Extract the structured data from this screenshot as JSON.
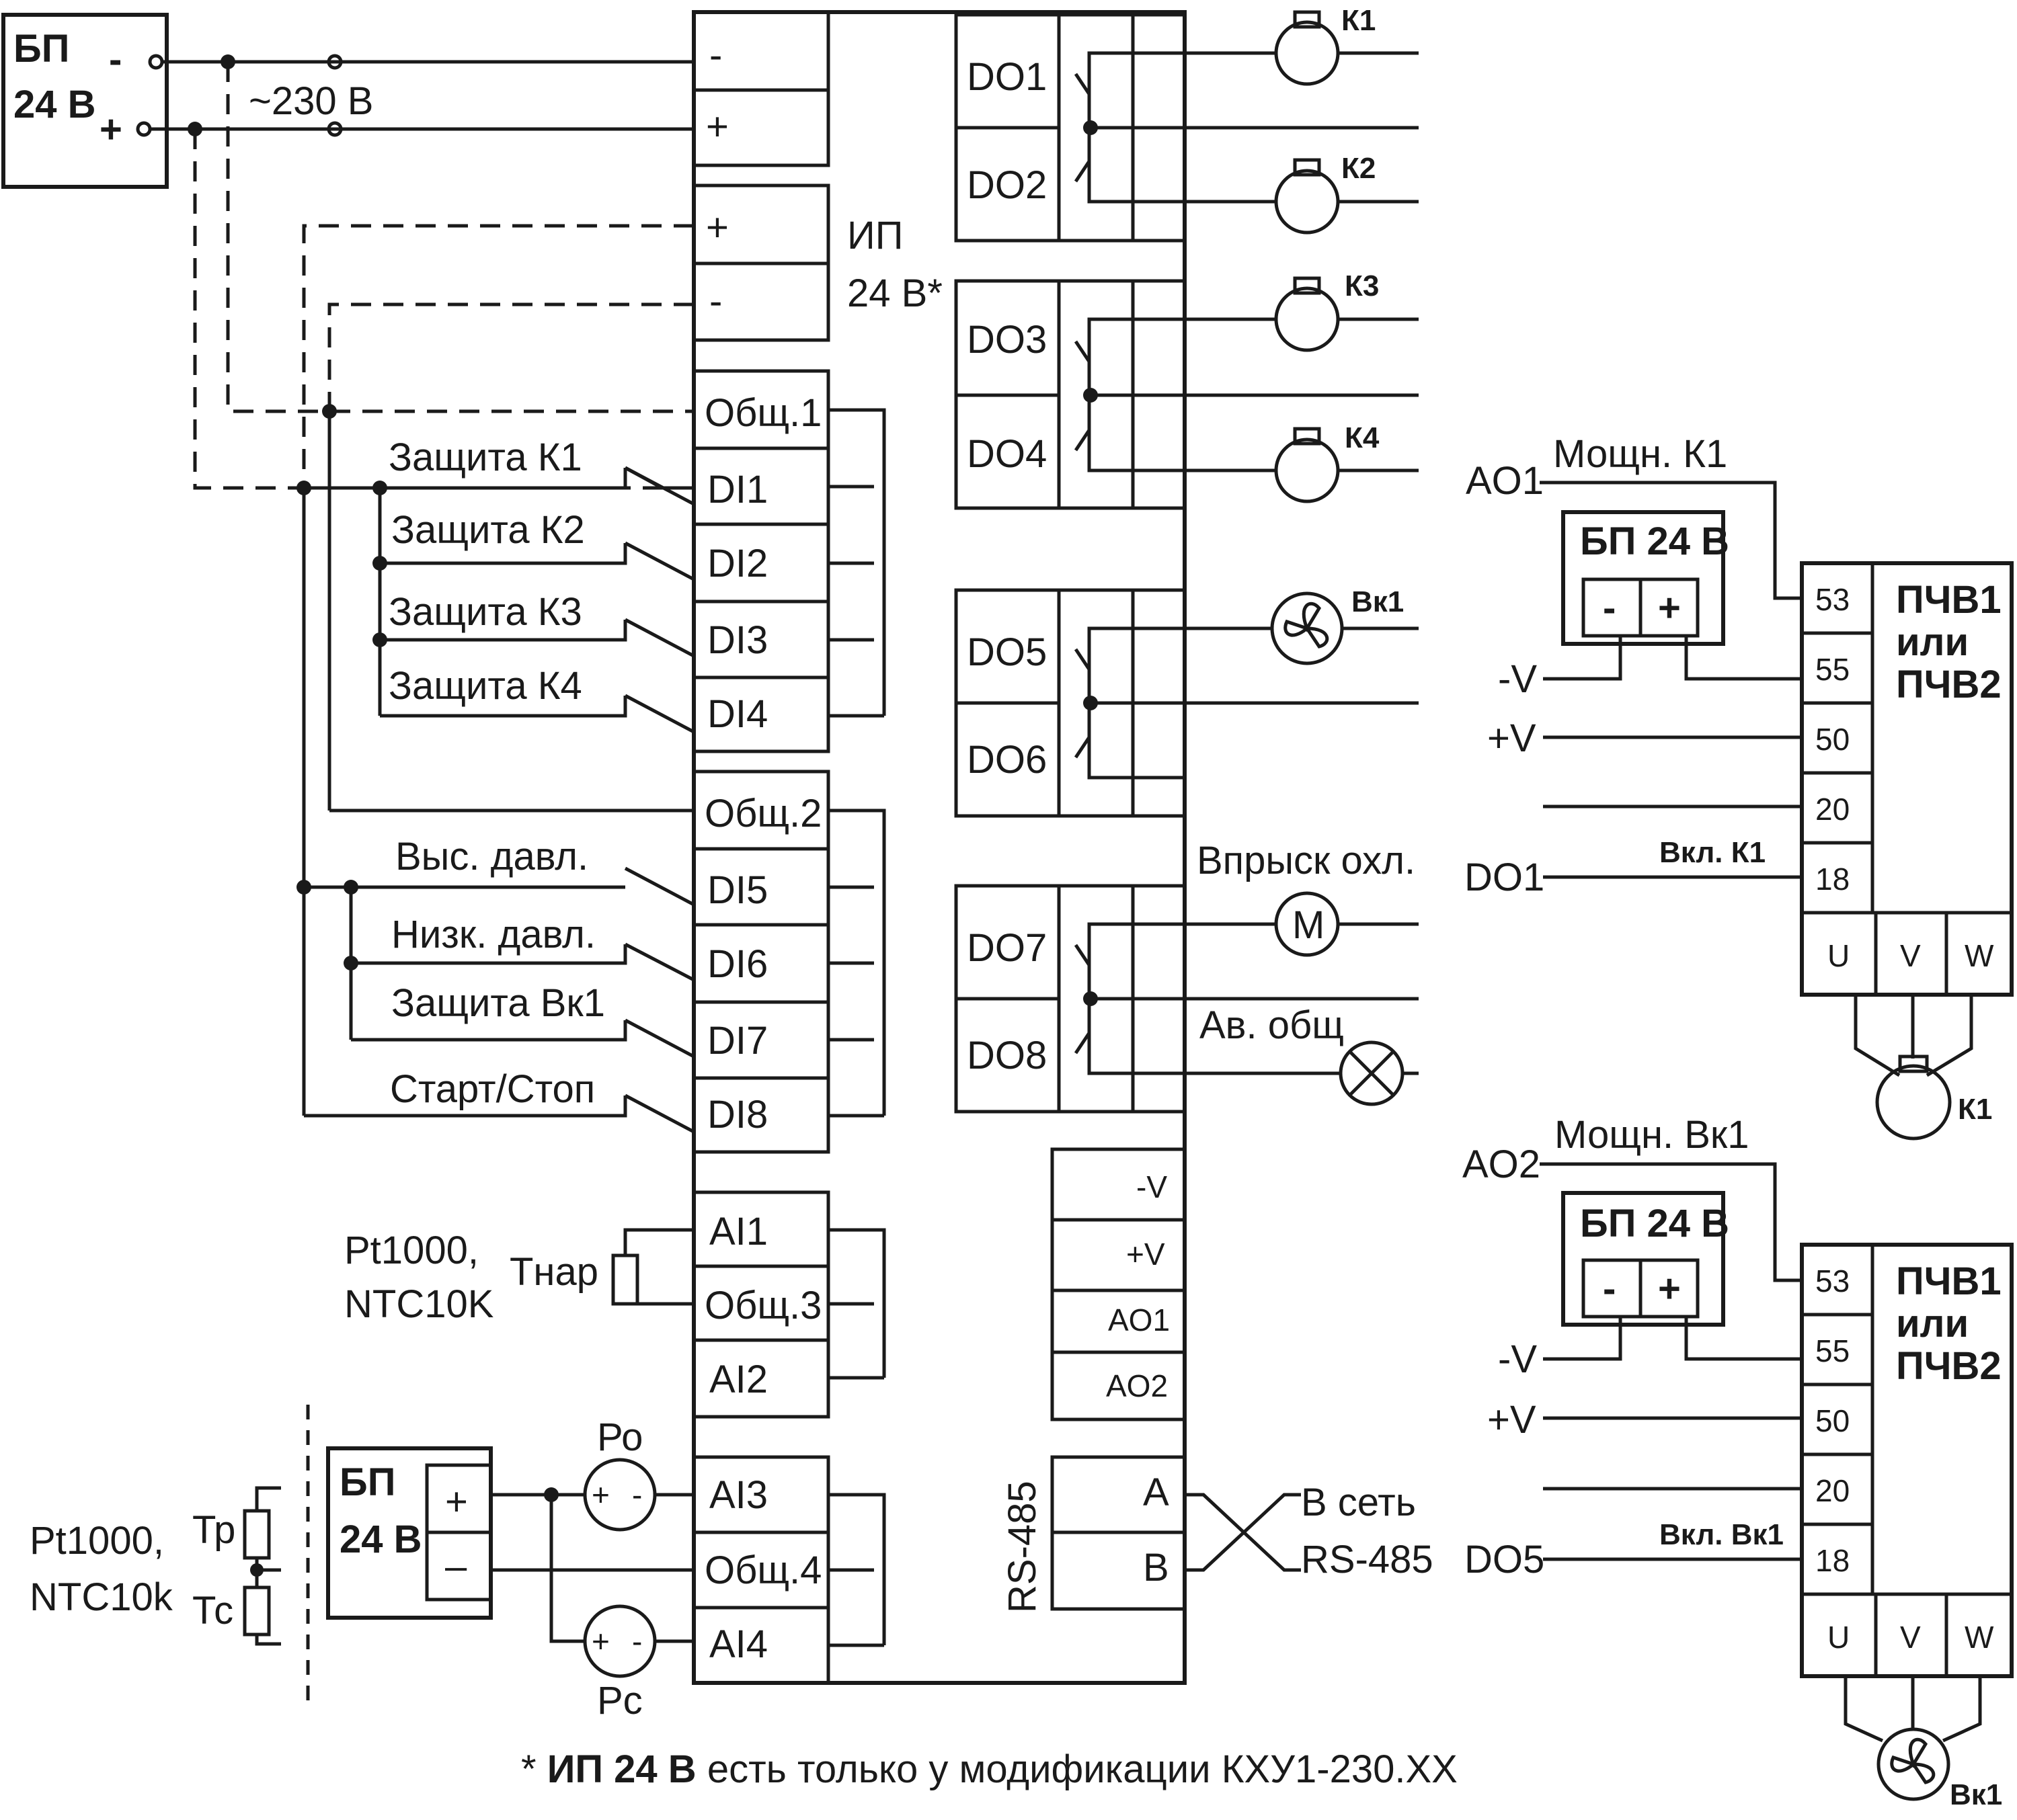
{
  "psu_main": {
    "label1": "БП",
    "label2": "24 В",
    "minus": "-",
    "plus": "+"
  },
  "mains": "~230 В",
  "ip24": {
    "label1": "ИП",
    "label2": "24 В*"
  },
  "controller": {
    "power_terminals": [
      "-",
      "+"
    ],
    "ip_terminals": [
      "+",
      "-"
    ],
    "group1": [
      "Общ.1",
      "DI1",
      "DI2",
      "DI3",
      "DI4"
    ],
    "group2": [
      "Общ.2",
      "DI5",
      "DI6",
      "DI7",
      "DI8"
    ],
    "group3": [
      "AI1",
      "Общ.3",
      "AI2"
    ],
    "group4": [
      "AI3",
      "Общ.4",
      "AI4"
    ],
    "relays": [
      "DO1",
      "DO2",
      "DO3",
      "DO4",
      "DO5",
      "DO6",
      "DO7",
      "DO8"
    ],
    "analog_out": [
      "-V",
      "+V",
      "AO1",
      "AO2"
    ],
    "rs485": {
      "label": "RS-485",
      "a": "A",
      "b": "B"
    }
  },
  "di_labels": {
    "di1": "Защита К1",
    "di2": "Защита К2",
    "di3": "Защита К3",
    "di4": "Защита К4",
    "di5": "Выс. давл.",
    "di6": "Низк. давл.",
    "di7": "Защита Вк1",
    "di8": "Старт/Стоп"
  },
  "sensors": {
    "ai_type1": "Pt1000,",
    "ai_type2": "NTC10K",
    "tnar": "Тнар",
    "type1b": "Pt1000,",
    "type2b": "NTC10k",
    "tp": "Тр",
    "tc": "Тс",
    "po": "Ро",
    "pc": "Рс",
    "psu": {
      "label1": "БП",
      "label2": "24 В",
      "plus": "+",
      "minus": "–"
    },
    "pplus": "+",
    "pminus": "-"
  },
  "outputs": {
    "k1": "К1",
    "k2": "К2",
    "k3": "К3",
    "k4": "К4",
    "vk1": "Вк1",
    "injection": "Впрыск охл.",
    "m": "M",
    "alarm": "Ав. общ",
    "rs485_net1": "В сеть",
    "rs485_net2": "RS-485"
  },
  "vfd1": {
    "ao": "AO1",
    "power_label": "Мощн. К1",
    "psu": "БП 24 В",
    "minus": "-",
    "plus": "+",
    "minus_v": "-V",
    "plus_v": "+V",
    "enable": "Вкл. К1",
    "do": "DO1",
    "terminals": [
      "53",
      "55",
      "50",
      "20",
      "18"
    ],
    "title1": "ПЧВ1",
    "title2": "или",
    "title3": "ПЧВ2",
    "phases": [
      "U",
      "V",
      "W"
    ],
    "motor": "К1"
  },
  "vfd2": {
    "ao": "AO2",
    "power_label": "Мощн. Вк1",
    "psu": "БП 24 В",
    "minus": "-",
    "plus": "+",
    "minus_v": "-V",
    "plus_v": "+V",
    "enable": "Вкл. Вк1",
    "do": "DO5",
    "terminals": [
      "53",
      "55",
      "50",
      "20",
      "18"
    ],
    "title1": "ПЧВ1",
    "title2": "или",
    "title3": "ПЧВ2",
    "phases": [
      "U",
      "V",
      "W"
    ],
    "motor": "Вк1"
  },
  "footnote": {
    "star": "* ",
    "bold": "ИП 24 В",
    "rest": " есть только у модификации КХУ1-230.XX"
  }
}
